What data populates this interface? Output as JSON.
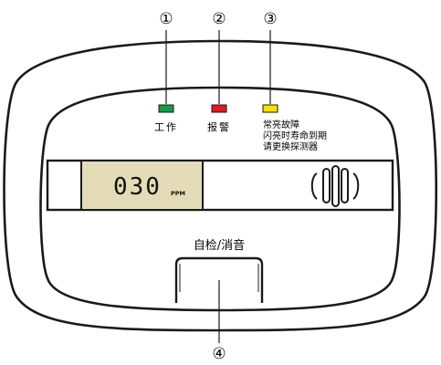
{
  "callouts": {
    "c1": "①",
    "c2": "②",
    "c3": "③",
    "c4": "④"
  },
  "leds": {
    "work": {
      "label": "工作",
      "color": "#1a9a4a"
    },
    "alarm": {
      "label": "报警",
      "color": "#e01b24"
    },
    "fault": {
      "color": "#f4e400",
      "lines": [
        "常亮故障",
        "闪亮时寿命到期",
        "请更换探测器"
      ]
    }
  },
  "display": {
    "reading": "030",
    "unit": "PPM",
    "lcd_color": "#e3dcb6"
  },
  "button": {
    "label": "自检/消音"
  },
  "icons": {
    "speaker": "speaker-grille-icon"
  }
}
